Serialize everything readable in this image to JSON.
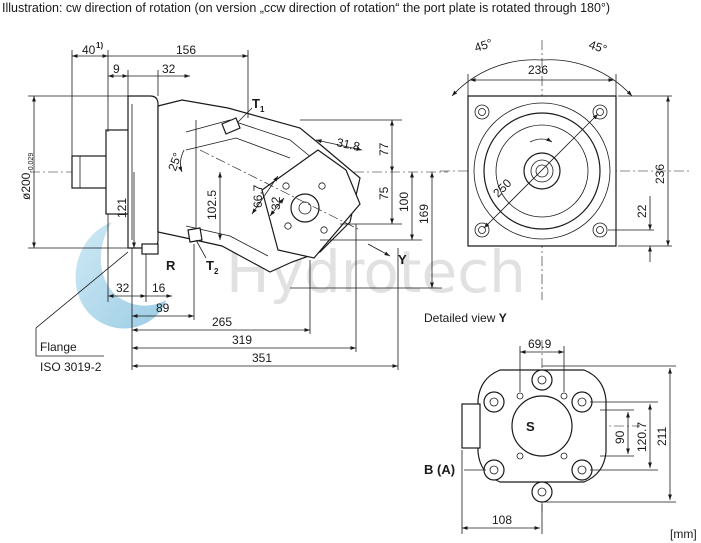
{
  "caption": "Illustration: cw direction of rotation (on version „ccw direction of rotation“ the port plate is rotated through 180°)",
  "watermark": "Hydrotech",
  "units": "[mm]",
  "side_view": {
    "dims": {
      "d40": "40",
      "d40_note": "1)",
      "d156": "156",
      "d9": "9",
      "d32_top": "32",
      "d31_8": "31.8",
      "d77": "77",
      "d25deg": "25°",
      "d102_5": "102.5",
      "d121": "121",
      "d66_7": "66.7",
      "d32_mid": "32",
      "d75": "75",
      "d100": "100",
      "d169": "169",
      "dia200": "ø200",
      "dia200_tol": "-0.029",
      "d32_low": "32",
      "d16": "16",
      "d89": "89",
      "d265": "265",
      "d319": "319",
      "d351": "351"
    },
    "labels": {
      "t1": "T",
      "t1_sub": "1",
      "t2": "T",
      "t2_sub": "2",
      "r": "R",
      "y": "Y",
      "flange": "Flange",
      "iso": "ISO 3019-2"
    }
  },
  "front_view": {
    "dims": {
      "a45_left": "45°",
      "a45_right": "45°",
      "d236_top": "236",
      "d236_right": "236",
      "d250": "250",
      "d22": "22"
    }
  },
  "detail_view": {
    "title_prefix": "Detailed view ",
    "title_bold": "Y",
    "dims": {
      "d69_9": "69.9",
      "d120_7": "120.7",
      "d90": "90",
      "d211": "211",
      "d108": "108"
    },
    "labels": {
      "s": "S",
      "b": "B (A)"
    }
  }
}
